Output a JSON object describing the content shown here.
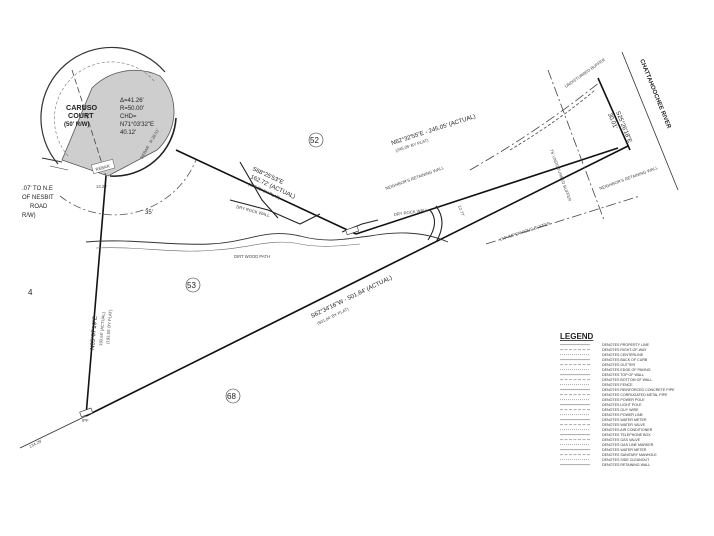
{
  "street": {
    "cul_de_sac_name": "CARUSO",
    "cul_de_sac_name2": "COURT",
    "cul_de_sac_row": "(50' R/W)",
    "main_road": "CHATTAHOOCHEE RIVER"
  },
  "curve": {
    "delta": "Δ=41.26'",
    "radius": "R=50.00'",
    "chord": "CHD=",
    "chord_bearing": "N71°03'32\"E",
    "chord_length": "40.12'"
  },
  "lots": {
    "lot52": "52",
    "lot53": "53",
    "lot68": "68",
    "lot_left": "4"
  },
  "bearings": {
    "north_line": "S68°25'53\"E",
    "north_line_dist": "162.72' (ACTUAL)",
    "north_line_plat": "(185.25' BY PLAT)",
    "ne_line": "N62°32'55\"E - 245.05' (ACTUAL)",
    "ne_line_plat": "(245.05' BY PLAT)",
    "south_line": "S62°34'16\"W - 501.84' (ACTUAL)",
    "south_line_plat": "(501.84' BY PLAT)",
    "west_line": "N05°07'19\"E",
    "west_line_dist": "193.55' (ACTUAL)",
    "west_line_plat": "(193.55' BY PLAT)",
    "east_line": "S25°26'18\"E",
    "east_line_dist": "30.01'",
    "left_dist": "13.28'",
    "arc_dist": "R 28.51'",
    "setback": "35'"
  },
  "left_notes": {
    "line1": ".07' TO N.E",
    "line2": "OF NESBIT",
    "line3": "ROAD",
    "line4": "R/W)"
  },
  "path_labels": {
    "dirt_path": "DIRT WOOD PATH",
    "rock_wall": "DRY ROCK WALL",
    "wood_deck": "DRY ROCK WALL",
    "buffer": "150' IMPERVIOUS BUFFER",
    "undisturbed": "UNDISTURBED BUFFER",
    "setback_line": "75' UNDISTURBED BUFFER",
    "neighbor_wall": "NEIGHBOR'S RETAINING WALL",
    "neighbor_wall2": "NEIGHBOR'S RETAINING WALL",
    "pin_tag": "IPF",
    "rebar_a": "REBAR",
    "rebar_b": "REBAR"
  },
  "legend": {
    "title": "LEGEND",
    "items": [
      "DENOTES PROPERTY LINE",
      "DENOTES RIGHT-OF-WAY",
      "DENOTES CENTERLINE",
      "DENOTES BACK OF CURB",
      "DENOTES GUTTER",
      "DENOTES EDGE OF PAVING",
      "DENOTES TOP OF WALL",
      "DENOTES BOTTOM OF WALL",
      "DENOTES FENCE",
      "DENOTES REINFORCED CONCRETE PIPE",
      "DENOTES CORRUGATED METAL PIPE",
      "DENOTES POWER POLE",
      "DENOTES LIGHT POLE",
      "DENOTES GUY WIRE",
      "DENOTES POWER LINE",
      "DENOTES WATER METER",
      "DENOTES WATER VALVE",
      "DENOTES AIR CONDITIONER",
      "DENOTES TELEPHONE BOX",
      "DENOTES GAS VALVE",
      "DENOTES GAS LINE MARKER",
      "DENOTES WATER METER",
      "DENOTES SANITARY MANHOLE",
      "DENOTES SIDE CLEANOUT",
      "DENOTES RETAINING WALL"
    ]
  }
}
